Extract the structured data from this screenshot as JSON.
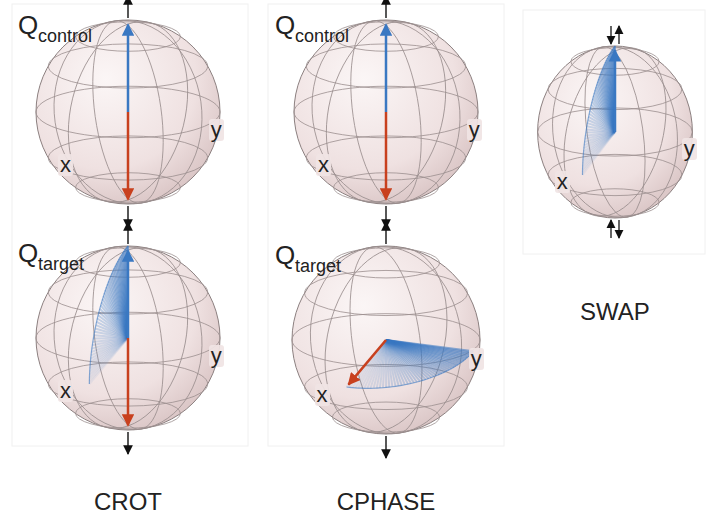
{
  "diagram": {
    "labels": [
      "Q",
      "control",
      "x",
      "y",
      "Q",
      "target",
      "x",
      "y",
      "Q",
      "control",
      "x",
      "y",
      "Q",
      "target",
      "x",
      "y",
      "x",
      "y",
      "CROT",
      "CPHASE",
      "SWAP"
    ]
  }
}
